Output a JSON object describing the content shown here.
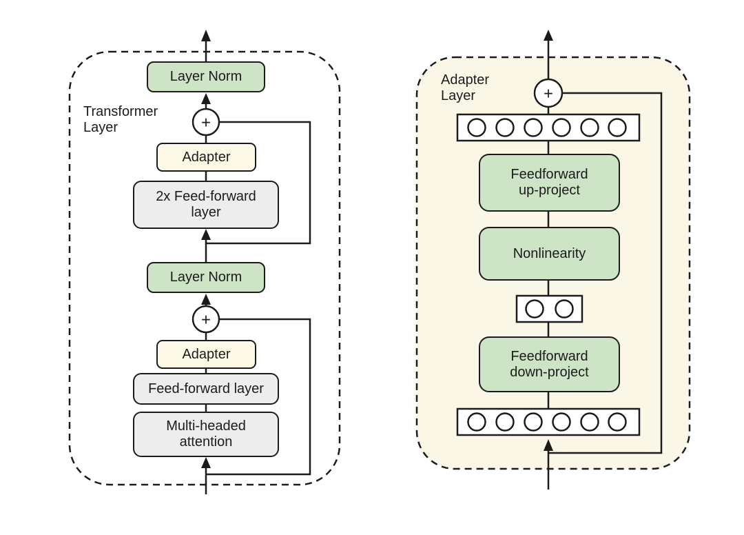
{
  "diagram": {
    "colors": {
      "green": "#cde4c6",
      "cream": "#fcfae6",
      "panel_bg": "#fbf7e6",
      "gray": "#ededed",
      "line": "#1b1b1b",
      "text": "#1b1b1b"
    },
    "left": {
      "panel_label": "Transformer\nLayer",
      "layer_norm_top": "Layer Norm",
      "plus_top": "+",
      "adapter_top": "Adapter",
      "feed_forward_2x": "2x Feed-forward\nlayer",
      "layer_norm_mid": "Layer Norm",
      "plus_bottom": "+",
      "adapter_bottom": "Adapter",
      "feed_forward": "Feed-forward layer",
      "multi_headed_attention": "Multi-headed\nattention"
    },
    "right": {
      "panel_label": "Adapter\nLayer",
      "plus": "+",
      "up_project": "Feedforward\nup-project",
      "nonlinearity": "Nonlinearity",
      "down_project": "Feedforward\ndown-project"
    }
  }
}
